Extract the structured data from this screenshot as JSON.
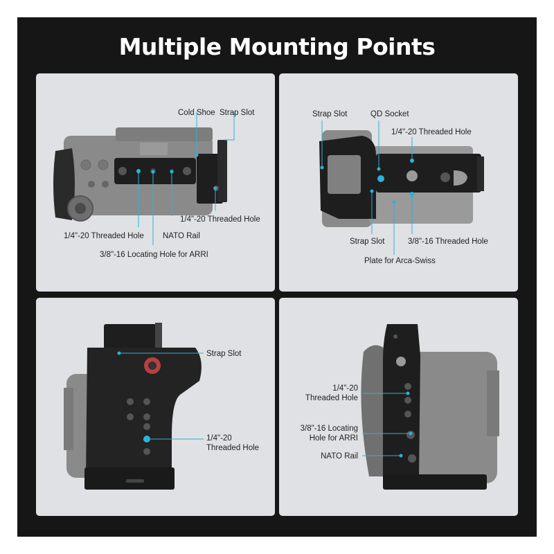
{
  "title": "Multiple Mounting Points",
  "colors": {
    "background": "#161616",
    "panel": "#dfe1e4",
    "leader": "#2bb3d9",
    "cage": "#222222",
    "camera": "#8c8c8c"
  },
  "panels": [
    {
      "labels": {
        "cold_shoe": "Cold Shoe",
        "strap_slot": "Strap Slot",
        "threaded_left": "1/4\"-20 Threaded Hole",
        "nato": "NATO Rail",
        "threaded_right": "1/4\"-20 Threaded Hole",
        "arri": "3/8\"-16 Locating Hole for ARRI"
      }
    },
    {
      "labels": {
        "strap_slot_top": "Strap Slot",
        "qd": "QD Socket",
        "threaded": "1/4\"-20 Threaded Hole",
        "strap_slot_bottom": "Strap Slot",
        "threaded_38": "3/8\"-16 Threaded Hole",
        "arca": "Plate for Arca-Swiss"
      }
    },
    {
      "labels": {
        "strap_slot": "Strap Slot",
        "threaded_l1": "1/4\"-20",
        "threaded_l2": "Threaded Hole"
      }
    },
    {
      "labels": {
        "threaded_l1": "1/4\"-20",
        "threaded_l2": "Threaded Hole",
        "arri_l1": "3/8\"-16 Locating",
        "arri_l2": "Hole for ARRI",
        "nato": "NATO Rail"
      }
    }
  ]
}
